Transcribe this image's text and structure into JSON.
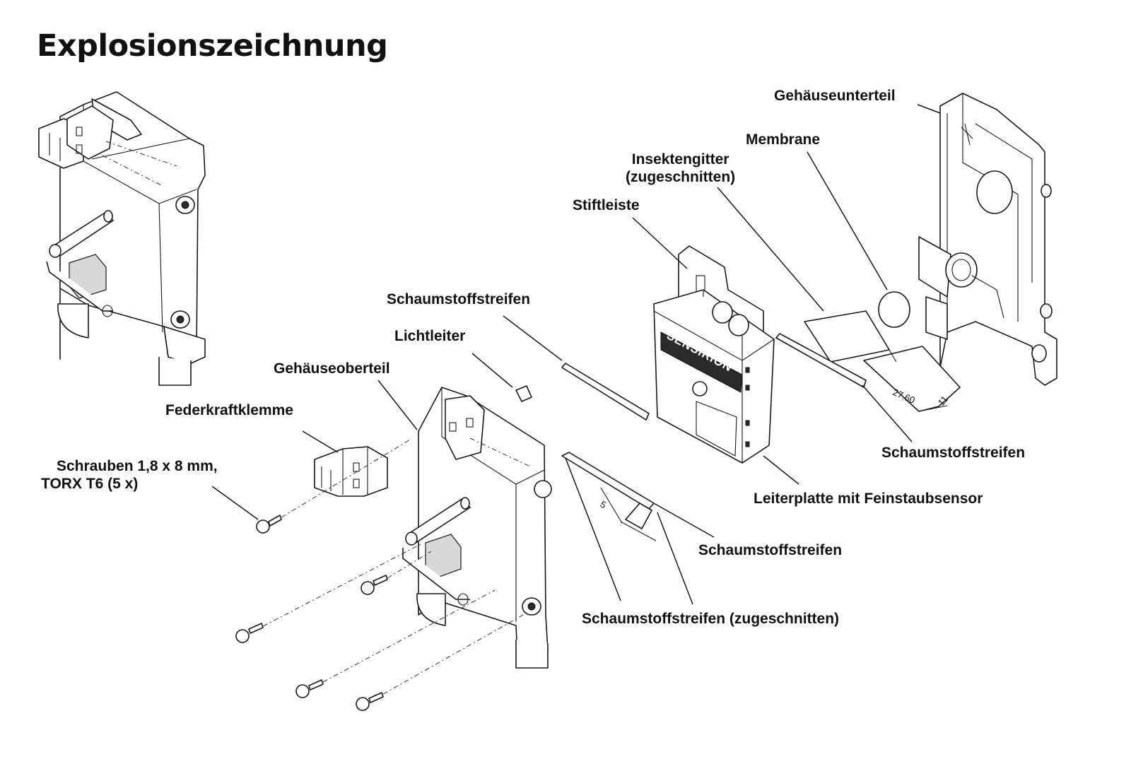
{
  "title": "Explosionszeichnung",
  "labels": {
    "gehaeuseunterteil": "Gehäuseunterteil",
    "membrane": "Membrane",
    "insektengitter_1": "Insektengitter",
    "insektengitter_2": "(zugeschnitten)",
    "stiftleiste": "Stiftleiste",
    "schaumstoff_top": "Schaumstoffstreifen",
    "lichtleiter": "Lichtleiter",
    "gehaeuseoberteil": "Gehäuseoberteil",
    "federkraftklemme": "Federkraftklemme",
    "schrauben_1": "Schrauben 1,8 x 8 mm,",
    "schrauben_2": "TORX T6 (5 x)",
    "schaumstoff_right": "Schaumstoffstreifen",
    "leiterplatte": "Leiterplatte mit Feinstaubsensor",
    "schaumstoff_mid": "Schaumstoffstreifen",
    "schaumstoff_cut": "Schaumstoffstreifen (zugeschnitten)"
  },
  "dimensions": {
    "strip_length": "27.60",
    "strip_width": "11",
    "cut_width": "5"
  },
  "logo_text": "SENSIRION"
}
